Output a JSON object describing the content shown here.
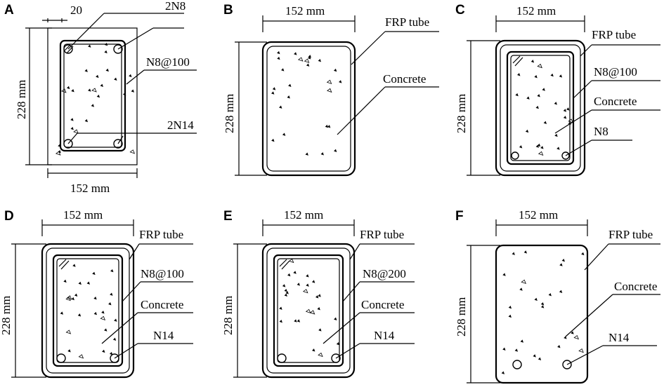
{
  "panels": [
    {
      "id": "A",
      "letter": "A",
      "width": "152 mm",
      "height": "228 mm",
      "cover": "20",
      "labels": {
        "top_bars": "2N8",
        "stirrup": "N8@100",
        "bottom_bars": "2N14"
      }
    },
    {
      "id": "B",
      "letter": "B",
      "width": "152 mm",
      "height": "228 mm",
      "labels": {
        "tube": "FRP tube",
        "concrete": "Concrete"
      }
    },
    {
      "id": "C",
      "letter": "C",
      "width": "152 mm",
      "height": "228 mm",
      "labels": {
        "tube": "FRP tube",
        "stirrup": "N8@100",
        "concrete": "Concrete",
        "bars": "N8"
      }
    },
    {
      "id": "D",
      "letter": "D",
      "width": "152 mm",
      "height": "228 mm",
      "labels": {
        "tube": "FRP tube",
        "stirrup": "N8@100",
        "concrete": "Concrete",
        "bars": "N14"
      }
    },
    {
      "id": "E",
      "letter": "E",
      "width": "152 mm",
      "height": "228 mm",
      "labels": {
        "tube": "FRP tube",
        "stirrup": "N8@200",
        "concrete": "Concrete",
        "bars": "N14"
      }
    },
    {
      "id": "F",
      "letter": "F",
      "width": "152 mm",
      "height": "228 mm",
      "labels": {
        "tube": "FRP tube",
        "concrete": "Concrete",
        "bars": "N14"
      }
    }
  ]
}
